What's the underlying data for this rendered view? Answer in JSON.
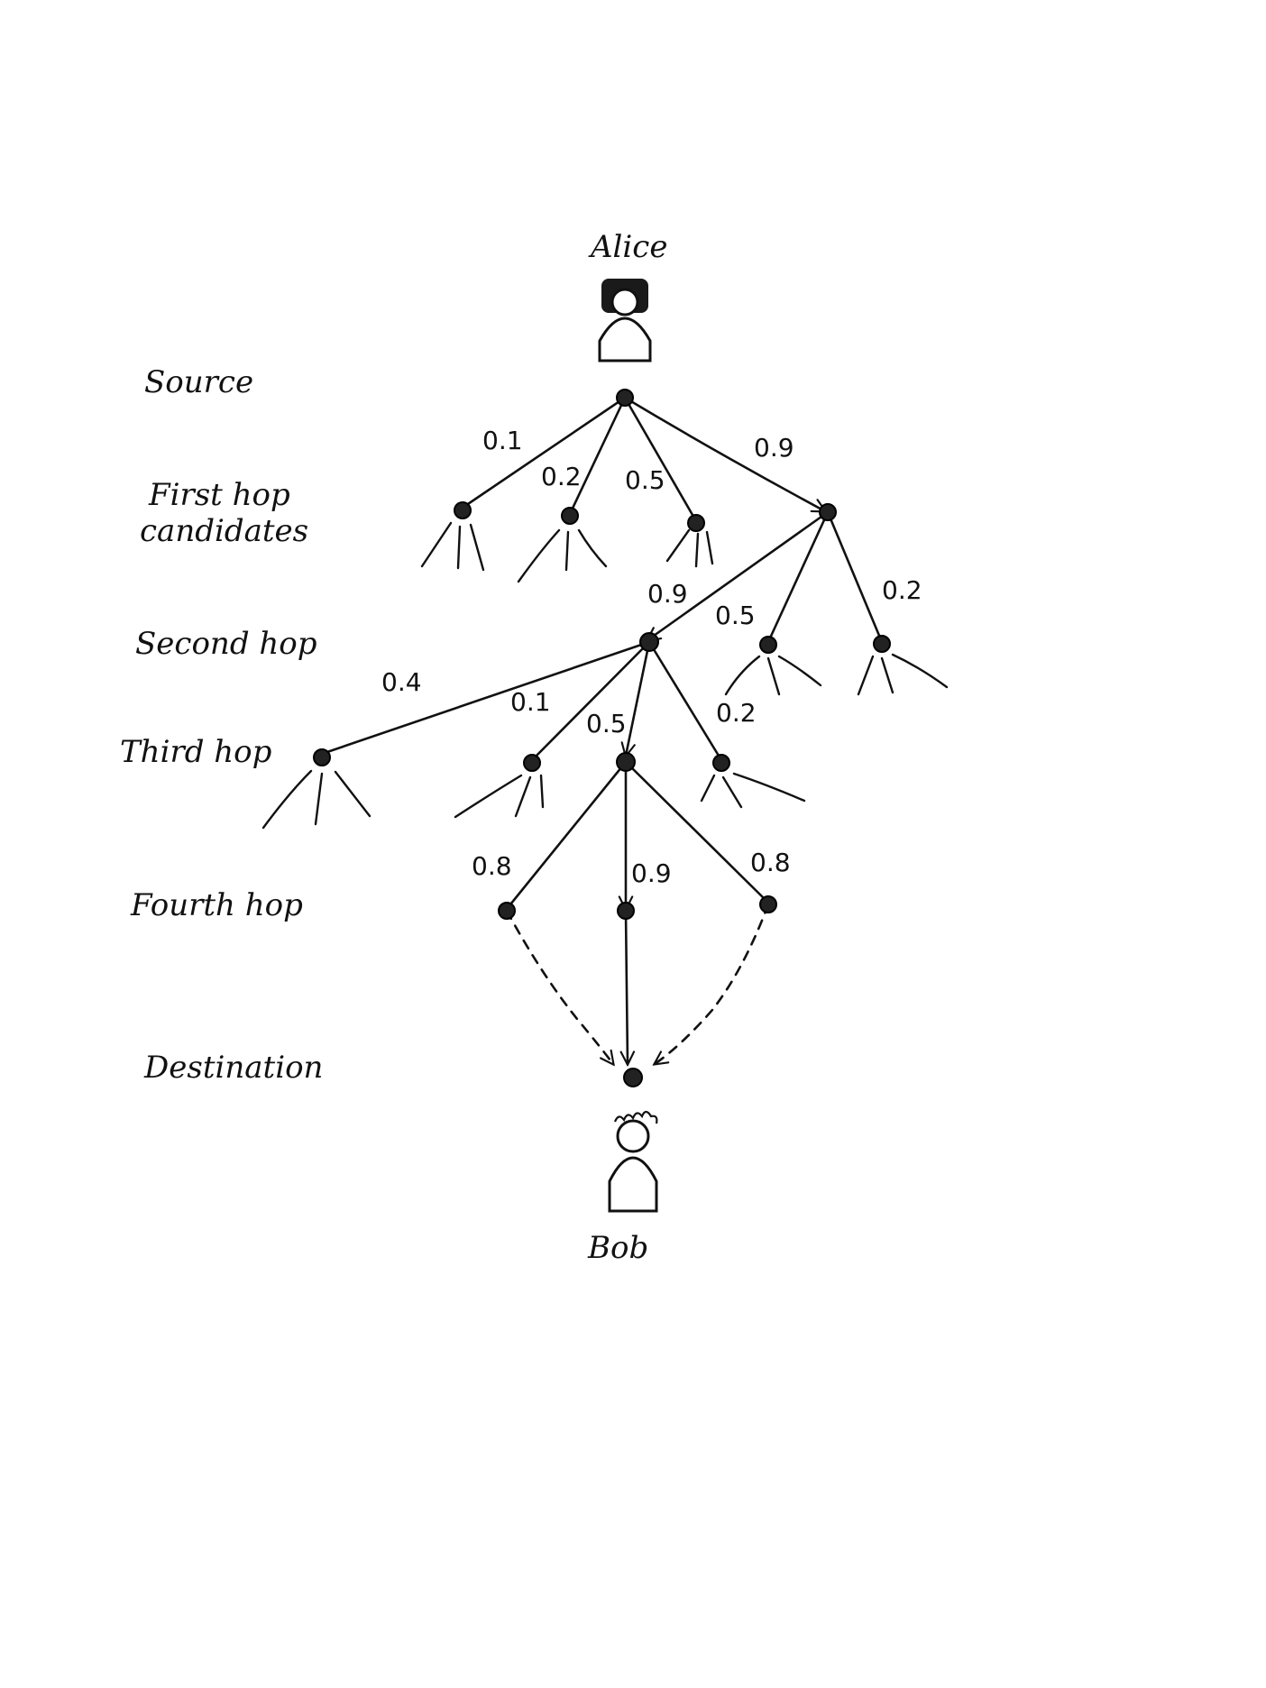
{
  "rows": {
    "source": "Source",
    "first_hop": [
      "First hop",
      "candidates"
    ],
    "second_hop": "Second hop",
    "third_hop": "Third hop",
    "fourth_hop": "Fourth hop",
    "destination": "Destination"
  },
  "people": {
    "alice": "Alice",
    "bob": "Bob"
  },
  "weights": {
    "first_hop": [
      "0.1",
      "0.2",
      "0.5",
      "0.9"
    ],
    "second_hop": [
      "0.9",
      "0.5",
      "0.2"
    ],
    "third_hop": [
      "0.4",
      "0.1",
      "0.5",
      "0.2"
    ],
    "fourth_hop": [
      "0.8",
      "0.9",
      "0.8"
    ]
  },
  "icons": {
    "alice": "person-icon",
    "bob": "person-icon",
    "node": "node-dot-icon",
    "arrow": "arrowhead-icon"
  },
  "colors": {
    "ink": "#111111",
    "paper": "#ffffff"
  }
}
